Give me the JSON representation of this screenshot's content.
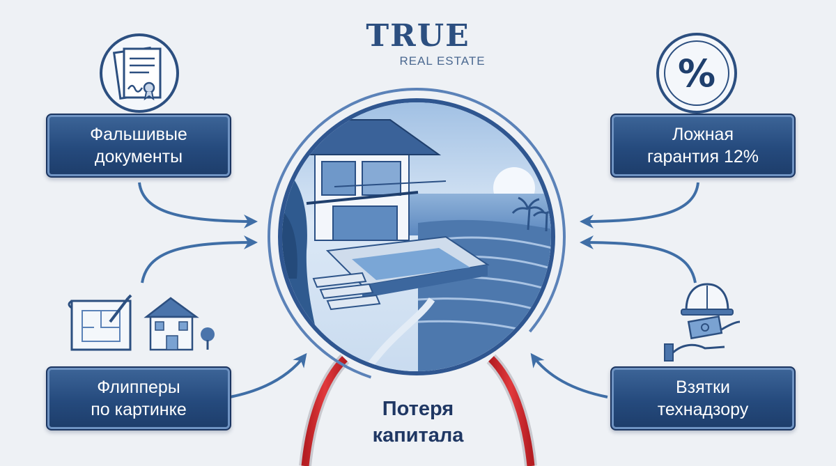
{
  "logo": {
    "title": "TRUE",
    "subtitle": "REAL ESTATE"
  },
  "risks": {
    "fake_documents": "Фальшивые\nдокументы",
    "false_guarantee": "Ложная\nгарантия 12%",
    "flippers": "Флипперы\nпо картинке",
    "bribes": "Взятки\nтехнадзору"
  },
  "outcome": {
    "label": "Потеря\nкапитала"
  },
  "icons": {
    "top_left": "document-certificate-icon",
    "top_right": "percent-icon",
    "bottom_left": "blueprint-house-icon",
    "bottom_right": "hardhat-bribe-icon",
    "center": "villa-illustration"
  },
  "colors": {
    "navy": "#254a7d",
    "accent_red": "#d42a2e",
    "arrow_blue": "#3f6ea6",
    "background": "#eef1f5"
  }
}
